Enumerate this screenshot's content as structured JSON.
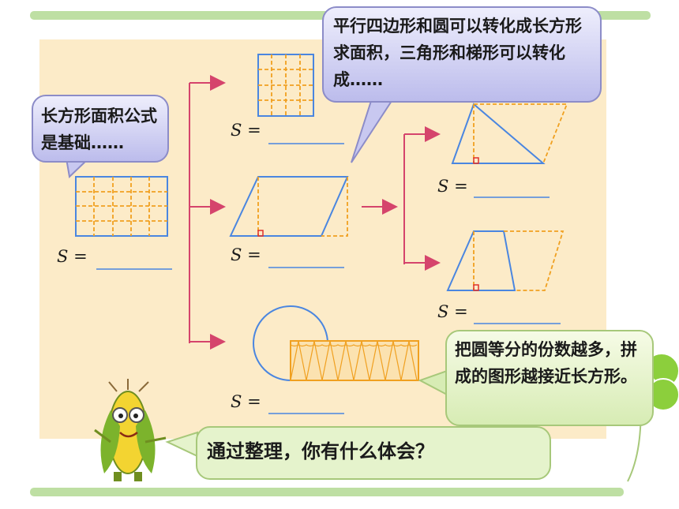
{
  "bubbles": {
    "rect_basis": "长方形面积公式是基础……",
    "transform": "平行四边形和圆可以转化成长方形求面积，三角形和梯形可以转化成……",
    "circle_note": "把圆等分的份数越多，拼成的图形越接近长方形。",
    "question": "通过整理，你有什么体会？"
  },
  "formula": {
    "symbol": "S",
    "equals": "="
  },
  "colors": {
    "shape_stroke": "#4a86e0",
    "guide_dashed": "#f0a020",
    "arrow": "#d5446c",
    "panel": "#fcebc8",
    "top_bottom_bars": "#bedfa3"
  }
}
